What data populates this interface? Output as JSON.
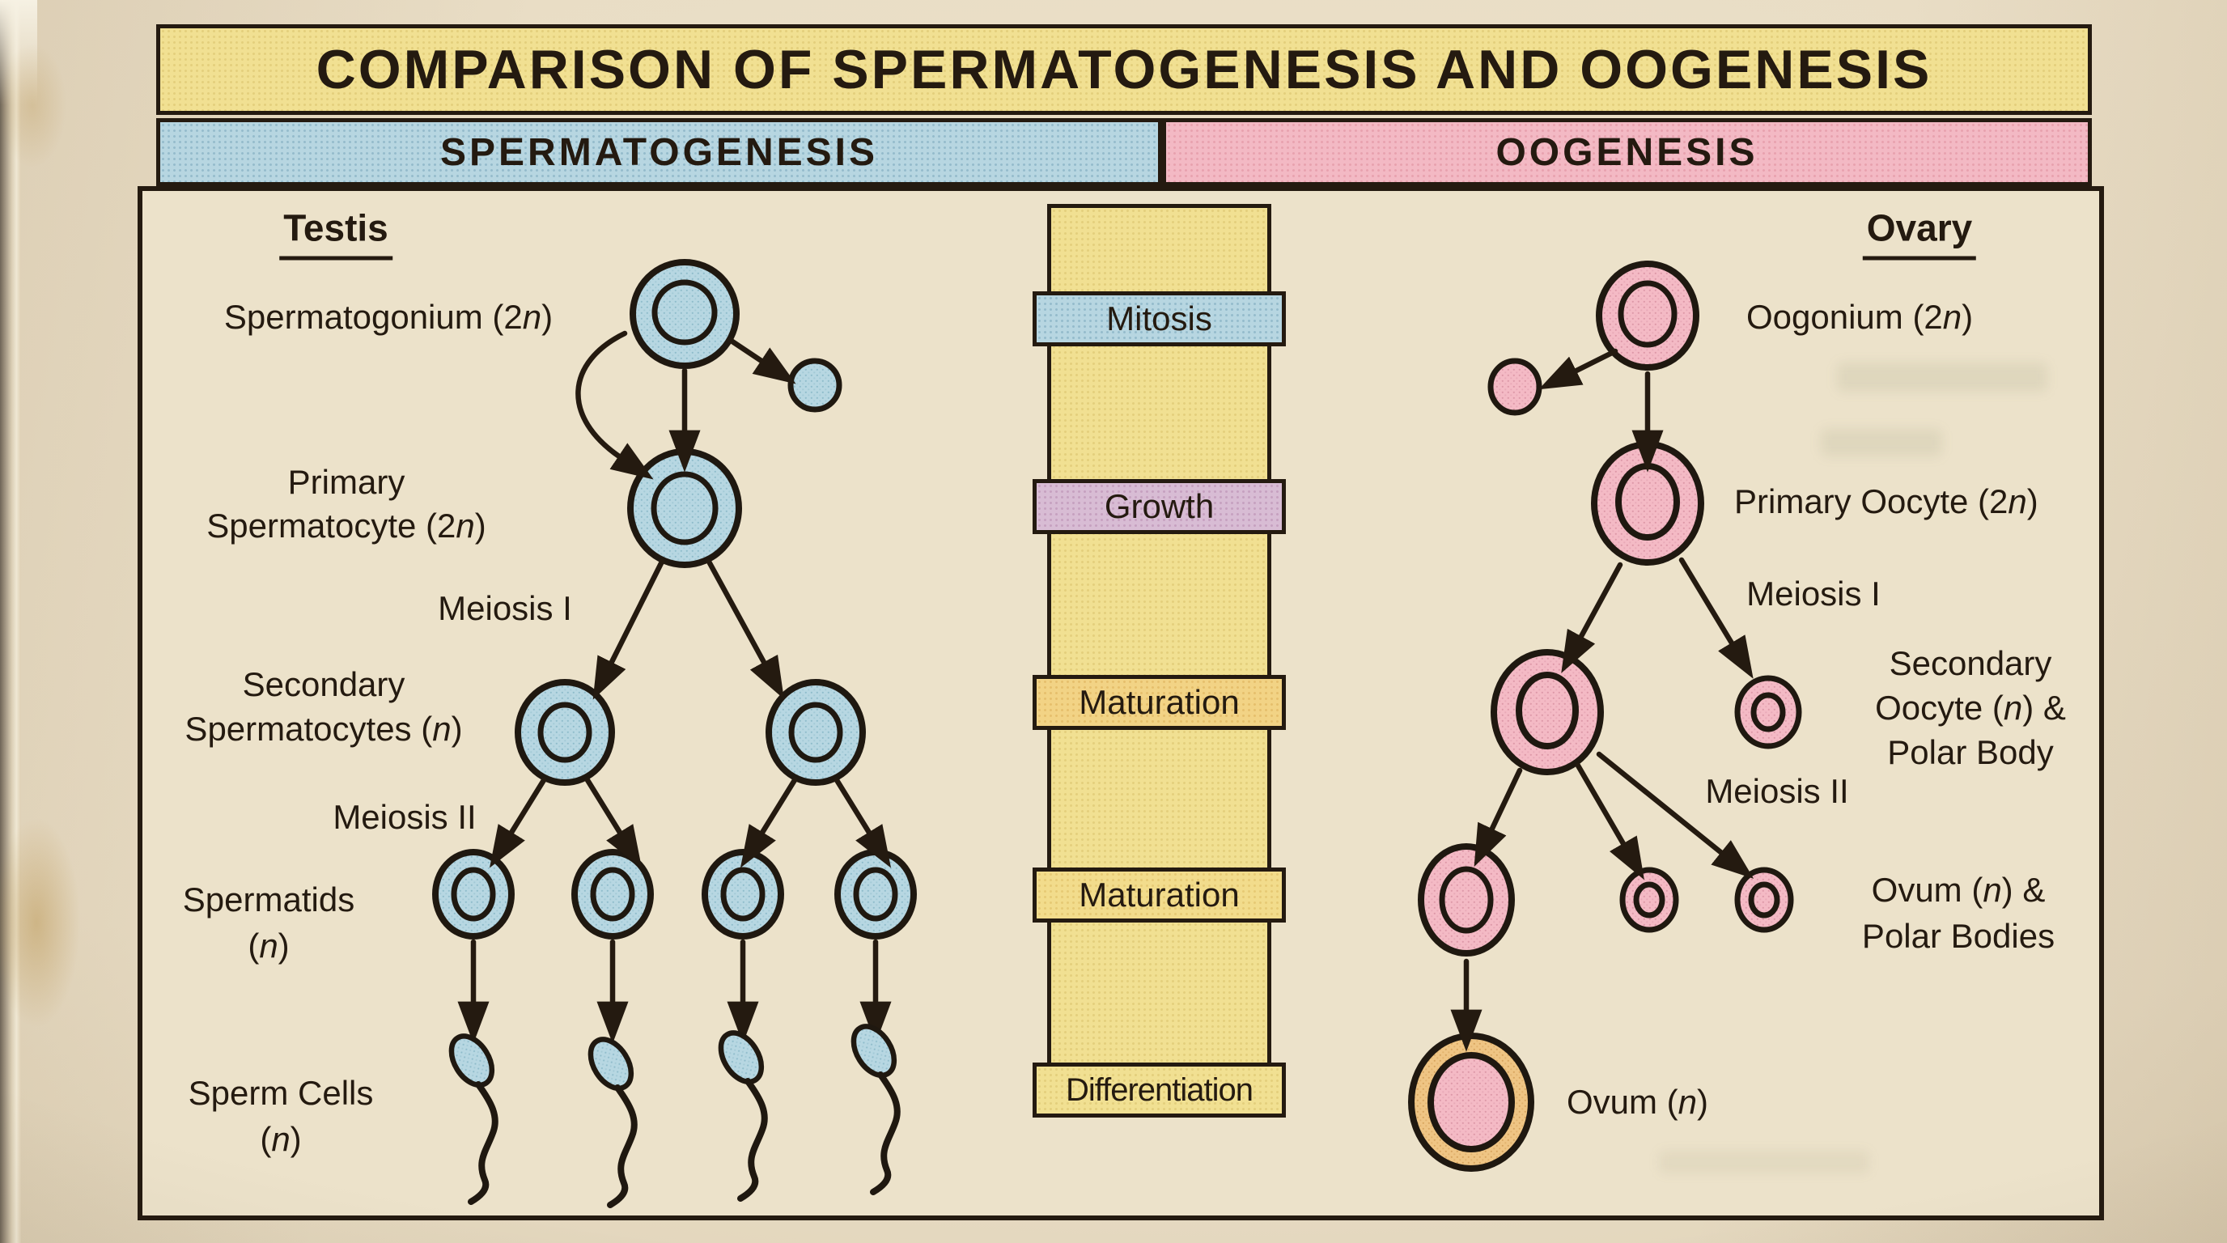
{
  "page": {
    "title": "COMPARISON OF SPERMATOGENESIS AND OOGENESIS"
  },
  "headers": {
    "spermatogenesis": "SPERMATOGENESIS",
    "oogenesis": "OOGENESIS"
  },
  "stages": [
    "Mitosis",
    "Growth",
    "Maturation",
    "Maturation",
    "Differentiation"
  ],
  "spermatogenesis": {
    "organ": "Testis",
    "spermatogonium": "Spermatogonium (2n)",
    "primary_line1": "Primary",
    "primary_line2": "Spermatocyte (2n)",
    "meiosis_i": "Meiosis I",
    "secondary_line1": "Secondary",
    "secondary_line2": "Spermatocytes (n)",
    "meiosis_ii": "Meiosis II",
    "spermatids_line1": "Spermatids",
    "spermatids_line2": "(n)",
    "sperm_cells_line1": "Sperm Cells",
    "sperm_cells_line2": "(n)"
  },
  "oogenesis": {
    "organ": "Ovary",
    "oogonium": "Oogonium (2n)",
    "primary_oocyte": "Primary Oocyte (2n)",
    "meiosis_i": "Meiosis I",
    "secondary_line1": "Secondary",
    "secondary_line2": "Oocyte (n) &",
    "secondary_line3": "Polar Body",
    "meiosis_ii": "Meiosis II",
    "ovum_polar_line1": "Ovum (n) &",
    "ovum_polar_line2": "Polar Bodies",
    "ovum": "Ovum (n)"
  },
  "colors": {
    "banner_yellow": "#f1e092",
    "spermatogenesis_blue": "#b7d6e1",
    "oogenesis_pink": "#f3b9c4",
    "growth_purple": "#d8bcd4",
    "maturation_gold": "#f2d385",
    "ovum_ring_orange": "#edc07c",
    "ink": "#241a10",
    "page_cream": "#e9dec6"
  }
}
